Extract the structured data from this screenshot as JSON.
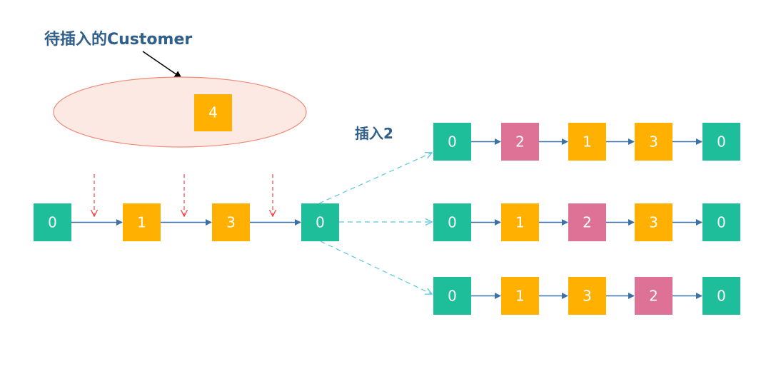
{
  "title_label": "待插入的Customer",
  "insert_label": "插入2",
  "pending_customer": "4",
  "original_route": [
    "0",
    "1",
    "3",
    "0"
  ],
  "candidate_routes": [
    [
      "0",
      "2",
      "1",
      "3",
      "0"
    ],
    [
      "0",
      "1",
      "2",
      "3",
      "0"
    ],
    [
      "0",
      "1",
      "3",
      "2",
      "0"
    ]
  ],
  "colors": {
    "depot": "#1fbe9a",
    "customer": "#ffb000",
    "inserted": "#de7196",
    "edge": "#3a72a8",
    "candidate_edge": "#5cc6e3",
    "insertion_marker": "#f0484a",
    "ellipse_fill": "#fde9e3",
    "ellipse_stroke": "#f08a78",
    "label": "#2f5f8a"
  }
}
